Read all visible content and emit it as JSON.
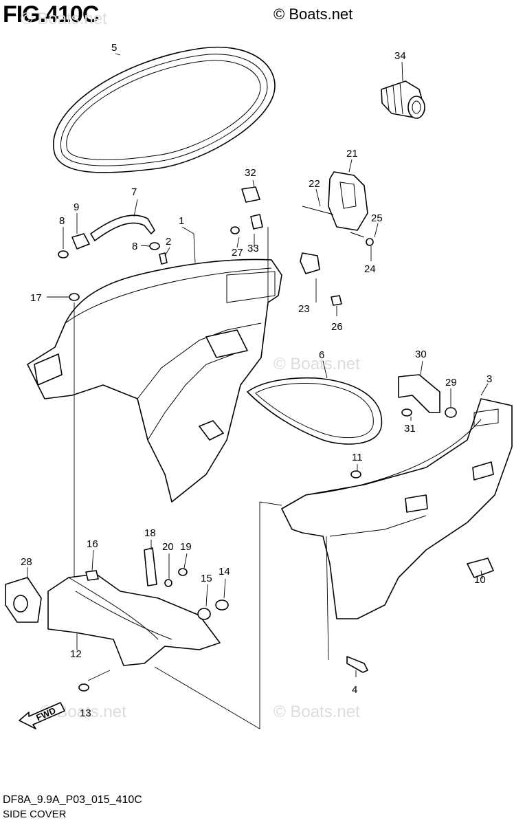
{
  "header": {
    "figure_label": "FIG.410C",
    "copyright": "© Boats.net",
    "watermark": "© Boats.net"
  },
  "footer": {
    "code": "DF8A_9.9A_P03_015_410C",
    "description": "SIDE COVER"
  },
  "fwd_label": "FWD",
  "callouts": [
    "1",
    "2",
    "3",
    "4",
    "5",
    "6",
    "7",
    "8",
    "8",
    "9",
    "10",
    "11",
    "12",
    "13",
    "14",
    "15",
    "16",
    "17",
    "18",
    "19",
    "20",
    "21",
    "22",
    "23",
    "24",
    "25",
    "26",
    "27",
    "28",
    "29",
    "30",
    "31",
    "32",
    "33",
    "34"
  ]
}
